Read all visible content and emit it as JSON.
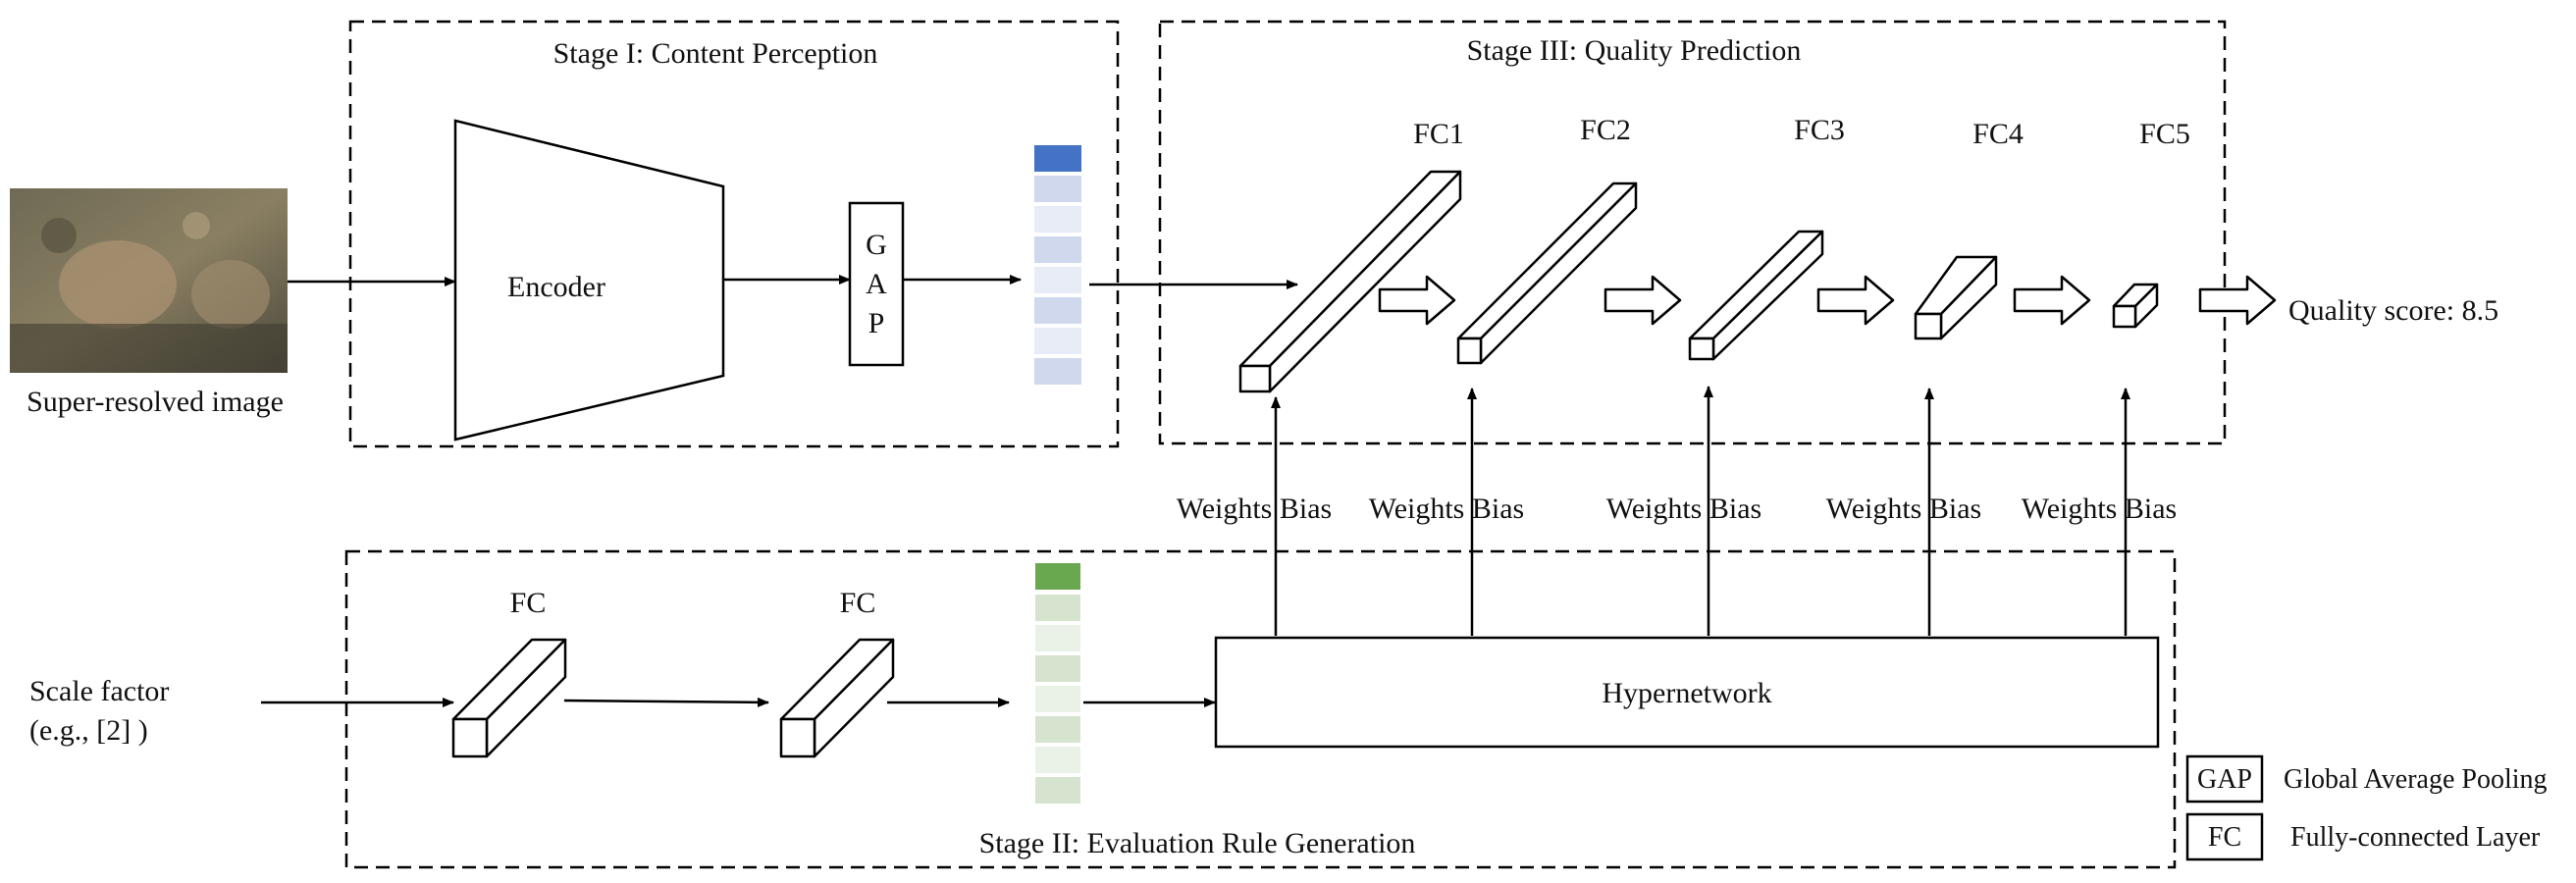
{
  "stages": {
    "stage1_title": "Stage I: Content Perception",
    "stage2_title": "Stage II: Evaluation Rule Generation",
    "stage3_title": "Stage III: Quality Prediction"
  },
  "input": {
    "image_caption": "Super-resolved image",
    "scale_line1": "Scale factor",
    "scale_line2": "(e.g., [2] )"
  },
  "encoder": {
    "label": "Encoder"
  },
  "gap": {
    "letters": [
      "G",
      "A",
      "P"
    ]
  },
  "fc_stage2": [
    "FC",
    "FC"
  ],
  "fc_stage3": [
    "FC1",
    "FC2",
    "FC3",
    "FC4",
    "FC5"
  ],
  "hypernetwork": {
    "label": "Hypernetwork"
  },
  "weights_bias": [
    "Weights Bias",
    "Weights Bias",
    "Weights Bias",
    "Weights Bias",
    "Weights Bias"
  ],
  "output": {
    "label": "Quality score: 8.5"
  },
  "legend": [
    {
      "abbr": "GAP",
      "text": "Global Average Pooling"
    },
    {
      "abbr": "FC",
      "text": "Fully-connected Layer"
    }
  ],
  "colors": {
    "feature_blue_top": "#4472c4",
    "feature_blue_light": "#cfd8ec",
    "feature_blue_pale": "#e7ecf6",
    "feature_green_top": "#6aa84f",
    "feature_green_light": "#d6e3cf",
    "feature_green_pale": "#eaf1e6"
  }
}
